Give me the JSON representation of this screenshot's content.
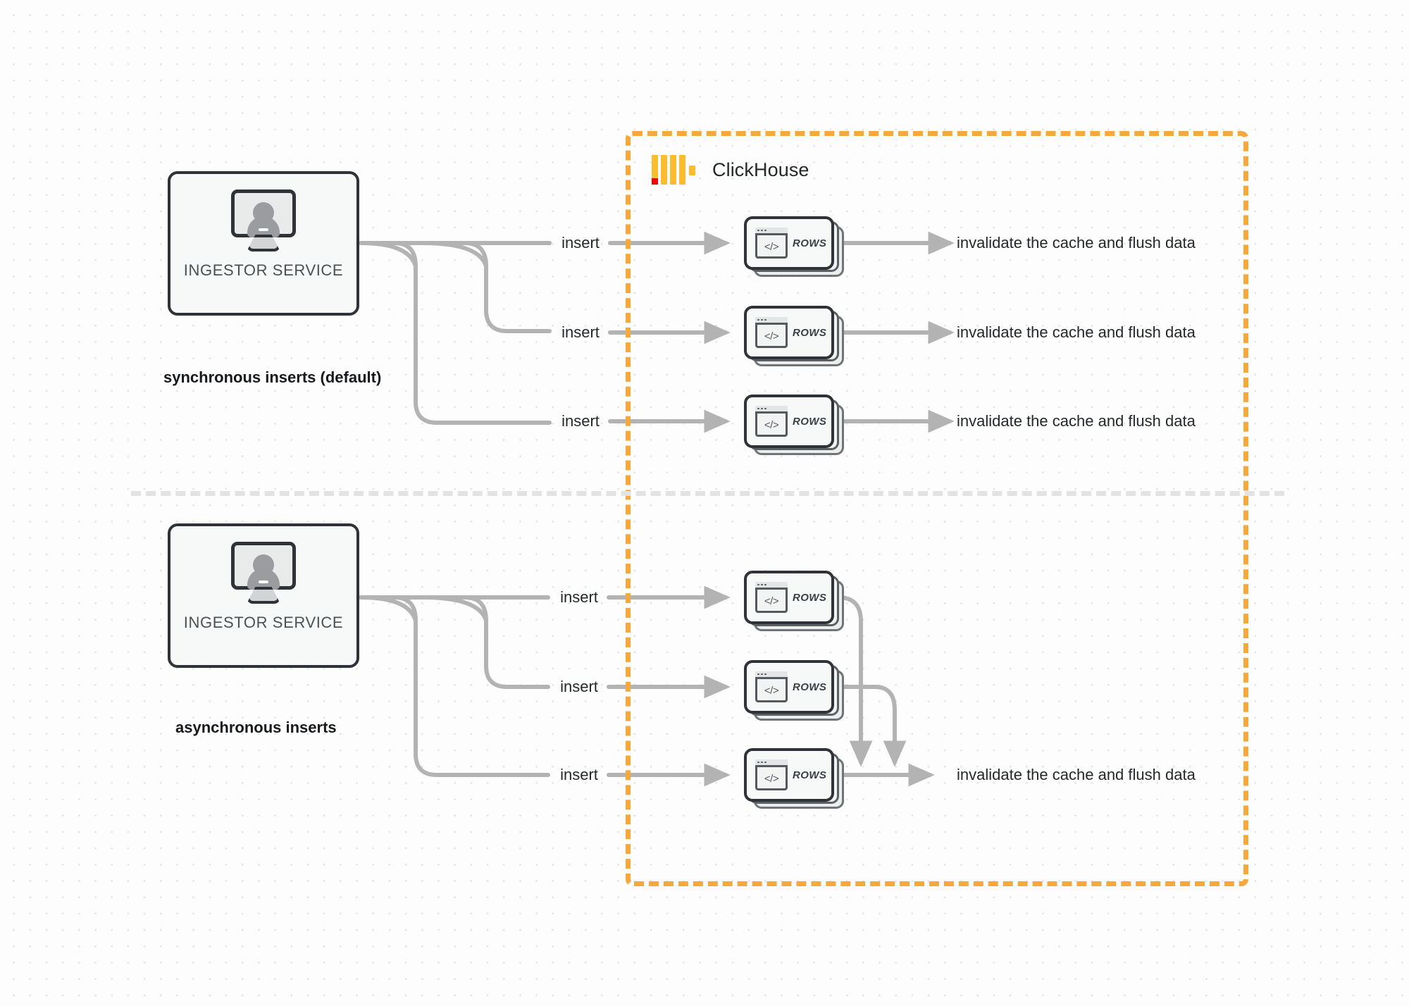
{
  "diagram": {
    "title": "ClickHouse synchronous vs asynchronous inserts",
    "colors": {
      "boundary": "#f7a83a",
      "logo_orange": "#fbbc2e",
      "logo_red": "#f00808",
      "wire": "#b3b3b3",
      "node_border": "#2f3338",
      "node_fill": "#f7f8f8",
      "text": "#25282b",
      "divider": "#e3e3e3"
    },
    "boundary": {
      "brand_name": "ClickHouse",
      "logo_icon": "clickhouse-logo-icon"
    },
    "sections": [
      {
        "id": "sync",
        "caption": "synchronous inserts (default)",
        "service": {
          "label": "INGESTOR SERVICE",
          "icon": "monitor-user-icon"
        },
        "rows": [
          {
            "node_label": "ROWS",
            "node_icon": "code-window-icon",
            "in_label": "insert",
            "out_label": "invalidate the cache and flush data"
          },
          {
            "node_label": "ROWS",
            "node_icon": "code-window-icon",
            "in_label": "insert",
            "out_label": "invalidate the cache and flush data"
          },
          {
            "node_label": "ROWS",
            "node_icon": "code-window-icon",
            "in_label": "insert",
            "out_label": "invalidate the cache and flush data"
          }
        ]
      },
      {
        "id": "async",
        "caption": "asynchronous inserts",
        "service": {
          "label": "INGESTOR SERVICE",
          "icon": "monitor-user-icon"
        },
        "rows": [
          {
            "node_label": "ROWS",
            "node_icon": "code-window-icon",
            "in_label": "insert",
            "out_label": ""
          },
          {
            "node_label": "ROWS",
            "node_icon": "code-window-icon",
            "in_label": "insert",
            "out_label": ""
          },
          {
            "node_label": "ROWS",
            "node_icon": "code-window-icon",
            "in_label": "insert",
            "out_label": "invalidate the cache and flush data"
          }
        ]
      }
    ],
    "code_glyph": "</>"
  }
}
